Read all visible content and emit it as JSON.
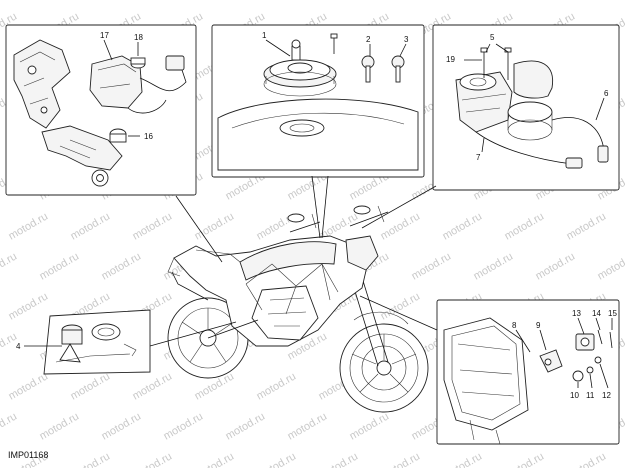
{
  "diagram_code": "IMP01168",
  "watermark_text": "motod.ru",
  "callouts": {
    "c1": "1",
    "c2": "2",
    "c3": "3",
    "c4": "4",
    "c5": "5",
    "c6": "6",
    "c7": "7",
    "c8": "8",
    "c9": "9",
    "c10": "10",
    "c11": "11",
    "c12": "12",
    "c13": "13",
    "c14": "14",
    "c15": "15",
    "c16": "16",
    "c17": "17",
    "c18": "18",
    "c19": "19"
  },
  "colors": {
    "line": "#111111",
    "watermark": "#c9c9c9",
    "background": "#ffffff"
  }
}
